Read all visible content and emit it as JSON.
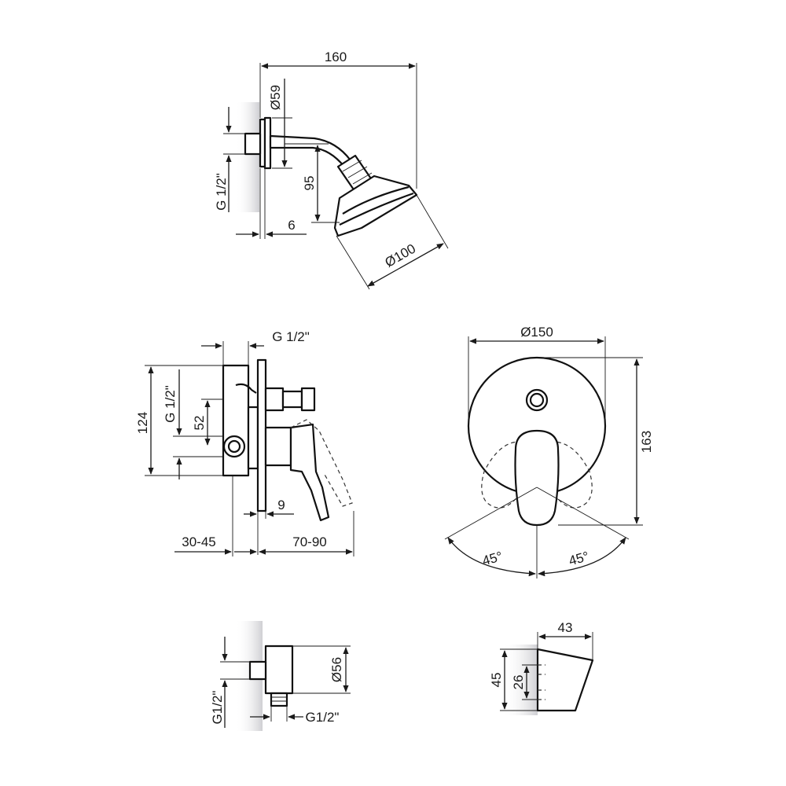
{
  "shower_head": {
    "width_label": "160",
    "flange_diameter_label": "Ø59",
    "height_label": "95",
    "thread_label": "G 1/2\"",
    "depth_label": "6",
    "head_diameter_label": "Ø100"
  },
  "mixer_side": {
    "thread_top_label": "G 1/2\"",
    "height_label": "124",
    "thread_side_label": "G 1/2\"",
    "spacing_label": "52",
    "cover_depth_label": "9",
    "install_depth_label": "30-45",
    "projection_label": "70-90"
  },
  "mixer_front": {
    "diameter_label": "Ø150",
    "height_label": "163",
    "left_angle_label": "45°",
    "right_angle_label": "45°"
  },
  "wall_outlet": {
    "diameter_label": "Ø56",
    "thread_left_label": "G1/2\"",
    "thread_bottom_label": "G1/2\""
  },
  "holder": {
    "width_label": "43",
    "height_label": "45",
    "inner_label": "26"
  },
  "colors": {
    "line": "#1a1a1a",
    "wall_shade": "#d9d9dc",
    "background": "#ffffff"
  }
}
